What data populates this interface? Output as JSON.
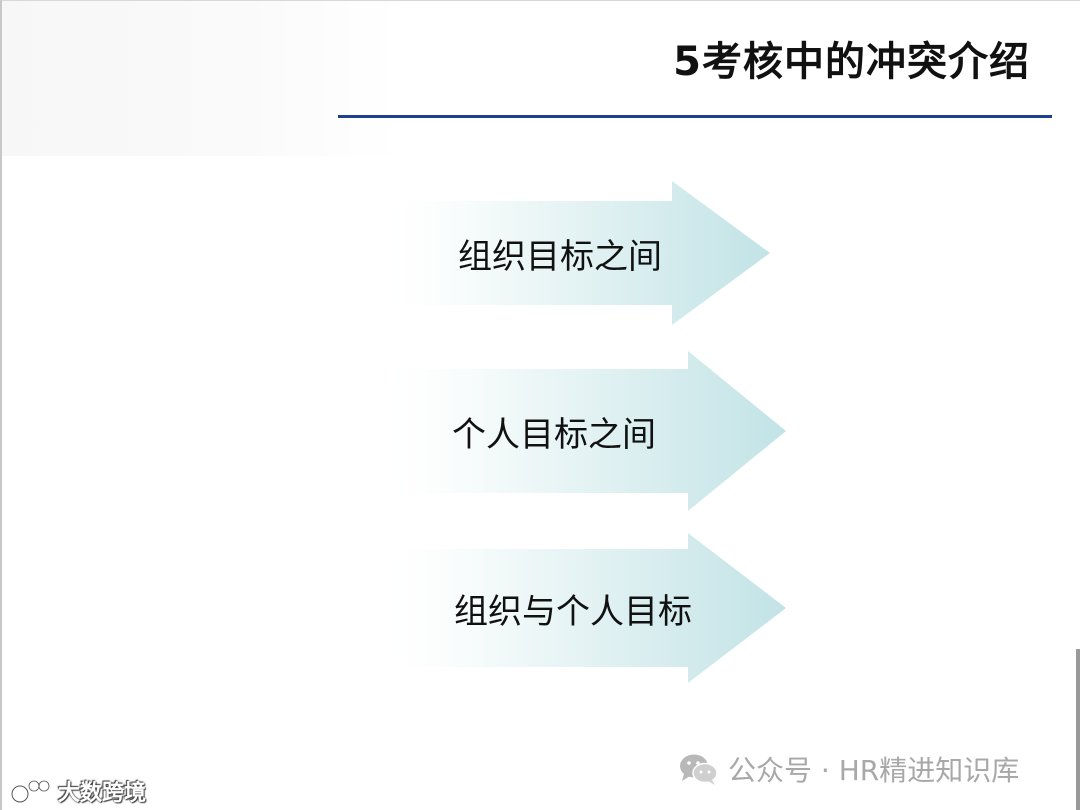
{
  "slide": {
    "title": "5考核中的冲突介绍",
    "arrows": [
      {
        "label": "组织目标之间"
      },
      {
        "label": "个人目标之间"
      },
      {
        "label": "组织与个人目标"
      }
    ]
  },
  "watermark": {
    "icon": "wechat-icon",
    "text": "公众号 · HR精进知识库"
  },
  "brand": {
    "logo": "brand-logo-icon",
    "text": "大数跨境"
  },
  "colors": {
    "title_rule": "#1f3f8f",
    "arrow_light": "#ffffff",
    "arrow_dark": "#c2e3e6",
    "watermark_text": "#a8a8a8"
  }
}
